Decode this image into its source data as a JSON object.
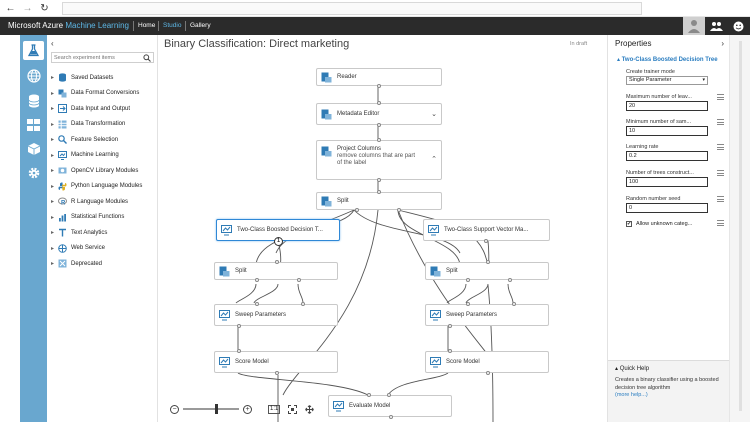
{
  "browser": {
    "back_icon": "back-arrow-icon",
    "forward_icon": "forward-arrow-icon",
    "refresh_icon": "refresh-icon"
  },
  "topbar": {
    "brand_main": "Microsoft Azure",
    "brand_accent": "Machine Learning",
    "nav": [
      {
        "label": "Home",
        "active": false
      },
      {
        "label": "Studio",
        "active": true
      },
      {
        "label": "Gallery",
        "active": false
      }
    ],
    "accent_color": "#5db7e6"
  },
  "rail": {
    "color": "#69a7cf",
    "items": [
      {
        "icon": "flask-icon",
        "active": true
      },
      {
        "icon": "globe-icon",
        "active": false
      },
      {
        "icon": "cylinder-icon",
        "active": false
      },
      {
        "icon": "layers-icon",
        "active": false
      },
      {
        "icon": "cube-icon",
        "active": false
      },
      {
        "icon": "gear-icon",
        "active": false
      }
    ]
  },
  "palette": {
    "search_placeholder": "Search experiment items",
    "categories": [
      {
        "label": "Saved Datasets"
      },
      {
        "label": "Data Format Conversions"
      },
      {
        "label": "Data Input and Output"
      },
      {
        "label": "Data Transformation"
      },
      {
        "label": "Feature Selection"
      },
      {
        "label": "Machine Learning"
      },
      {
        "label": "OpenCV Library Modules"
      },
      {
        "label": "Python Language Modules"
      },
      {
        "label": "R Language Modules"
      },
      {
        "label": "Statistical Functions"
      },
      {
        "label": "Text Analytics"
      },
      {
        "label": "Web Service"
      },
      {
        "label": "Deprecated"
      }
    ]
  },
  "canvas": {
    "title": "Binary Classification: Direct marketing",
    "status": "In draft",
    "nodes": {
      "reader": {
        "label": "Reader"
      },
      "metadata": {
        "label": "Metadata Editor"
      },
      "project": {
        "label": "Project Columns",
        "sub1": "remove columns that are part",
        "sub2": "of the label"
      },
      "split_top": {
        "label": "Split"
      },
      "boosted": {
        "label": "Two-Class Boosted Decision T...",
        "badge": "1"
      },
      "svm": {
        "label": "Two-Class Support Vector Ma..."
      },
      "split_left": {
        "label": "Split"
      },
      "split_right": {
        "label": "Split"
      },
      "sweep_left": {
        "label": "Sweep Parameters"
      },
      "sweep_right": {
        "label": "Sweep Parameters"
      },
      "score_left": {
        "label": "Score Model"
      },
      "score_right": {
        "label": "Score Model"
      },
      "evaluate": {
        "label": "Evaluate Model"
      }
    },
    "zoom": {
      "minus": "−",
      "plus": "+",
      "actual_size": "1:1",
      "slider_level": 0.6
    }
  },
  "properties": {
    "title": "Properties",
    "module": "Two-Class Boosted Decision Tree",
    "create_mode_label": "Create trainer mode",
    "create_mode_value": "Single Parameter",
    "max_leaves_label": "Maximum number of leav...",
    "max_leaves_value": "20",
    "min_samples_label": "Minimum number of sam...",
    "min_samples_value": "10",
    "learning_rate_label": "Learning rate",
    "learning_rate_value": "0.2",
    "num_trees_label": "Number of trees construct...",
    "num_trees_value": "100",
    "seed_label": "Random number seed",
    "seed_value": "0",
    "allow_unknown_label": "Allow unknown categ...",
    "allow_unknown_checked": true
  },
  "quick_help": {
    "title": "Quick Help",
    "text": "Creates a binary classifier using a boosted decision tree algorithm",
    "link": "(more help...)"
  }
}
